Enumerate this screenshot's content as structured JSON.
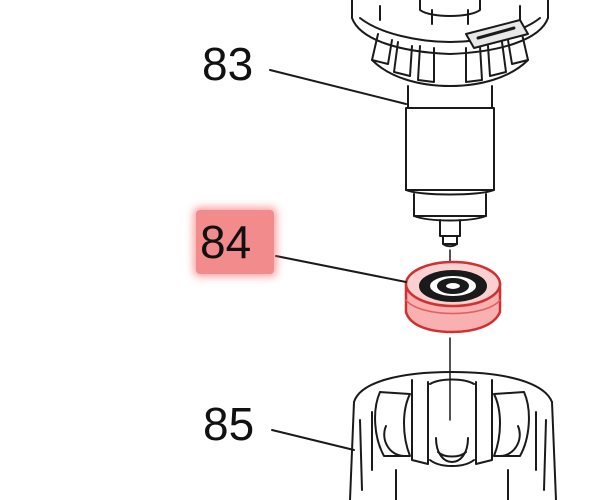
{
  "callouts": {
    "part_83": "83",
    "part_84": "84",
    "part_85": "85"
  },
  "highlight": {
    "part": "84",
    "color": "#f28c8c"
  },
  "colors": {
    "line": "#1a1a1a",
    "background": "#ffffff"
  }
}
